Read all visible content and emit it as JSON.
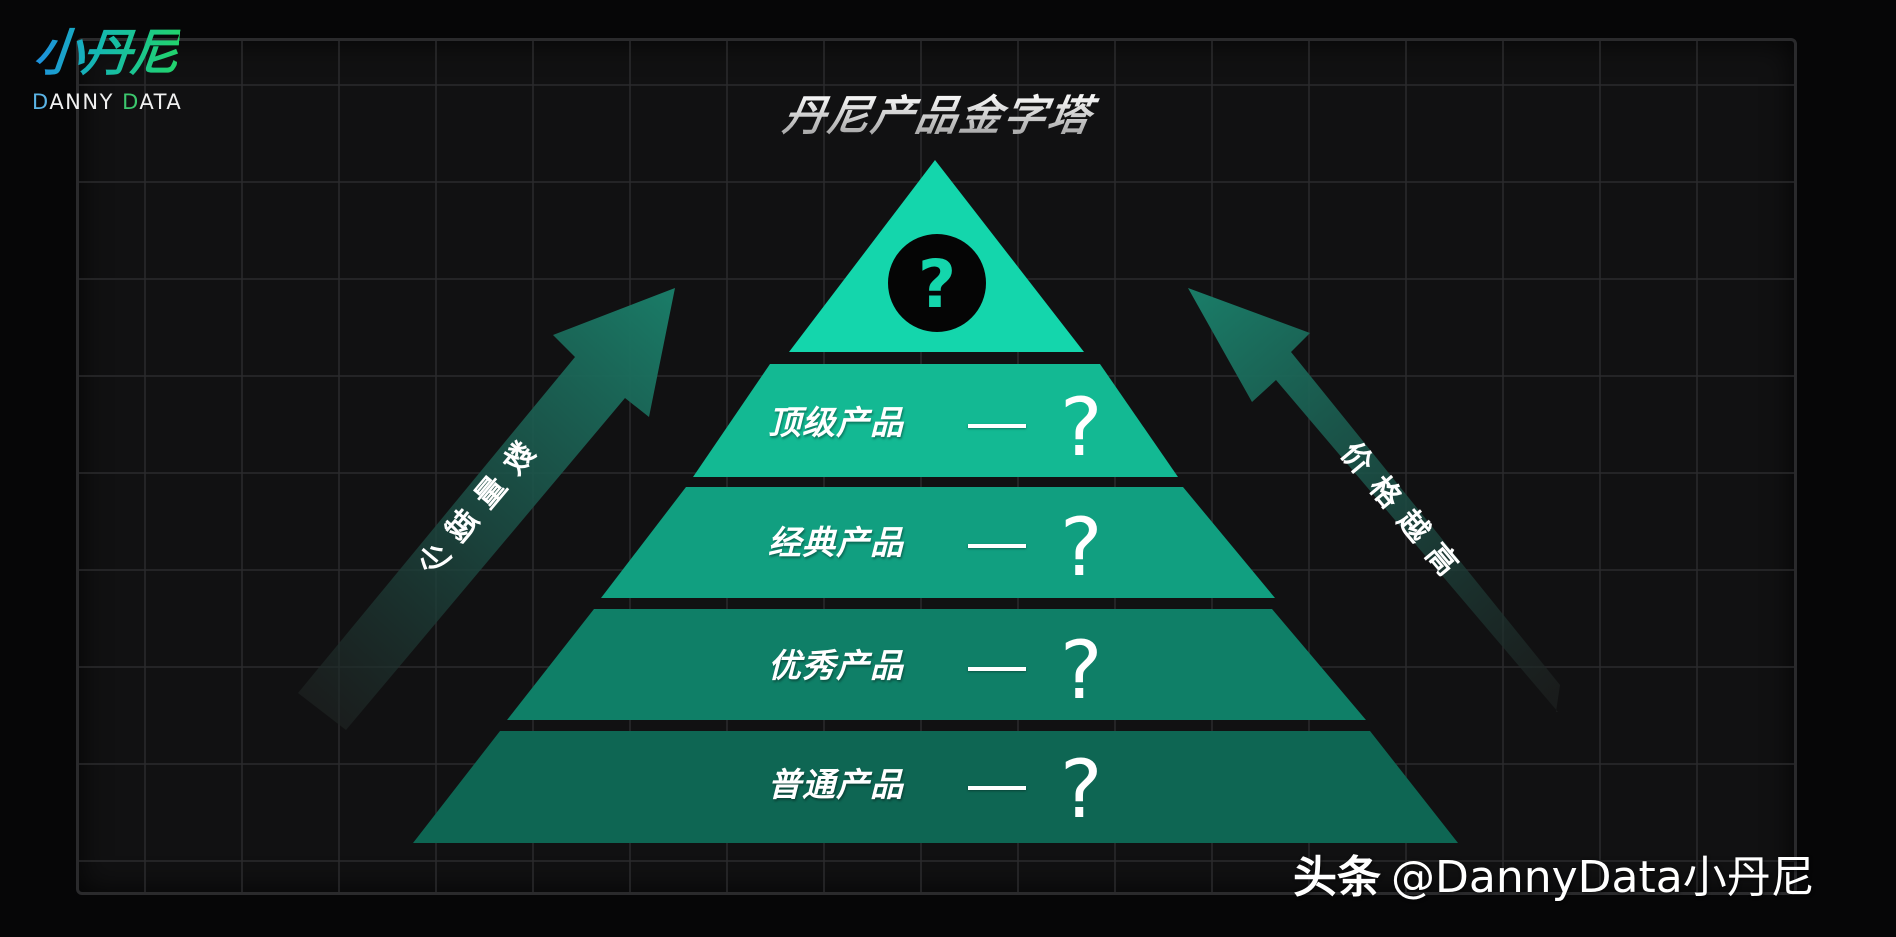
{
  "logo": {
    "name_cn": "小丹尼",
    "name_en_parts": [
      "D",
      "ANNY ",
      "D",
      "ATA"
    ]
  },
  "title": "丹尼产品金字塔",
  "pyramid": {
    "apex": {
      "icon": "question-circle-icon",
      "color": "#14d6ac"
    },
    "tiers": [
      {
        "label": "顶级产品",
        "dash": "——",
        "value": "?",
        "color": "#13b993"
      },
      {
        "label": "经典产品",
        "dash": "——",
        "value": "?",
        "color": "#119f80"
      },
      {
        "label": "优秀产品",
        "dash": "——",
        "value": "?",
        "color": "#0f7f67"
      },
      {
        "label": "普通产品",
        "dash": "——",
        "value": "?",
        "color": "#0e6653"
      }
    ]
  },
  "arrows": {
    "left": {
      "label": "数量越少",
      "direction": "up-right"
    },
    "right": {
      "label": "价格越高",
      "direction": "up-left"
    }
  },
  "watermark": {
    "brand": "头条",
    "handle": "@DannyData小丹尼"
  },
  "colors": {
    "background": "#111112",
    "grid": "#2b2b2d",
    "accent": "#14d6ac",
    "arrow": "#1a7f6a"
  }
}
